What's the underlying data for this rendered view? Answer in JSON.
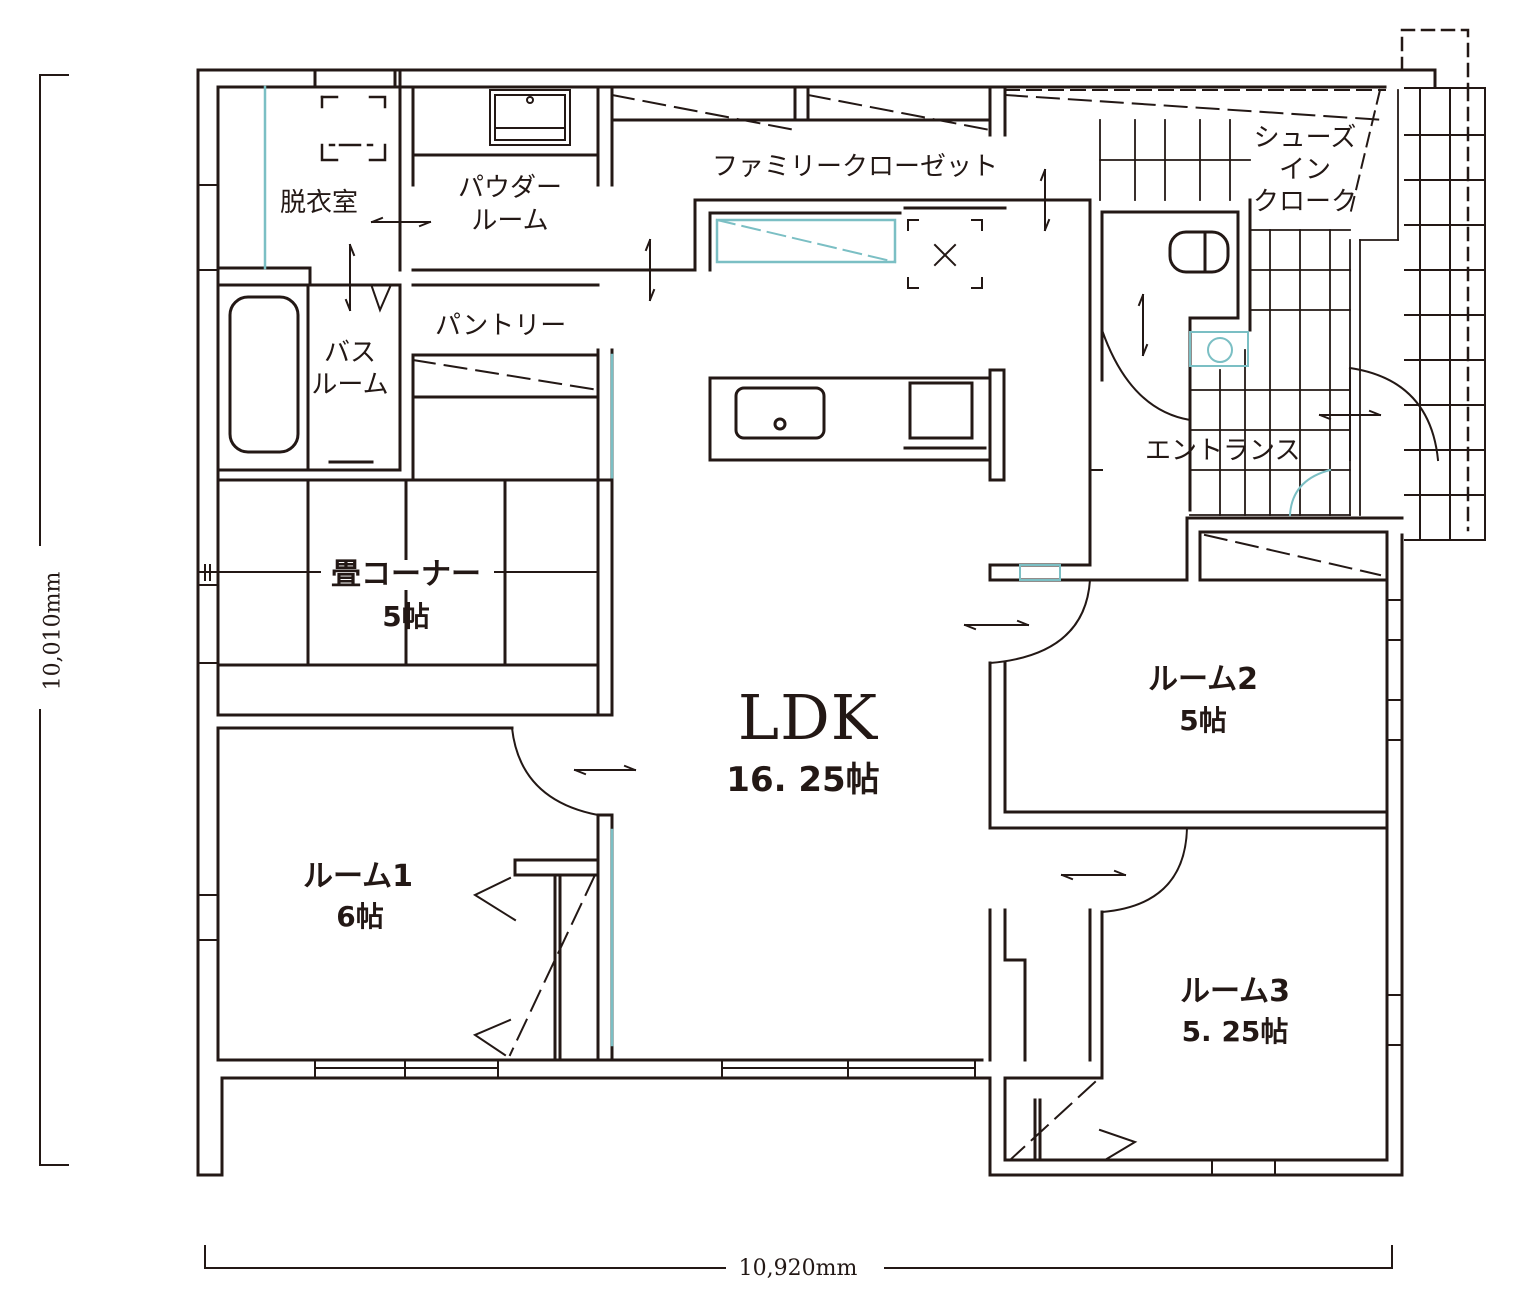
{
  "dimensions": {
    "height": "10,010mm",
    "width": "10,920mm"
  },
  "rooms": {
    "ldk": {
      "name": "LDK",
      "size": "16. 25帖"
    },
    "tatami": {
      "name": "畳コーナー",
      "size": "5帖"
    },
    "room1": {
      "name": "ルーム1",
      "size": "6帖"
    },
    "room2": {
      "name": "ルーム2",
      "size": "5帖"
    },
    "room3": {
      "name": "ルーム3",
      "size": "5. 25帖"
    },
    "dressing": {
      "name": "脱衣室"
    },
    "powder": {
      "line1": "パウダー",
      "line2": "ルーム"
    },
    "bath": {
      "line1": "バス",
      "line2": "ルーム"
    },
    "pantry": {
      "name": "パントリー"
    },
    "family_closet": {
      "name": "ファミリークローゼット"
    },
    "shoes_closet": {
      "line1": "シューズ",
      "line2": "イン",
      "line3": "クローク"
    },
    "entrance": {
      "name": "エントランス"
    }
  },
  "colors": {
    "wall": "#231815",
    "window": "#7bbfc4",
    "background": "#ffffff"
  }
}
